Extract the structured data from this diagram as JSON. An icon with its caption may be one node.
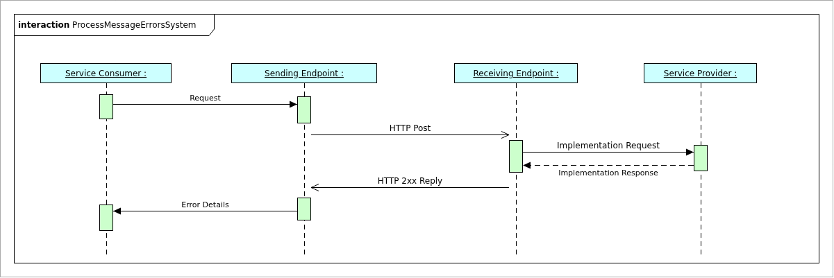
{
  "diagram": {
    "nodes": [
      {
        "text": [
          "**interaction** ProcessMessageErrorsSystem"
        ]
      },
      {
        "text": [
          "Service Consumer :"
        ],
        "in": 0
      },
      {
        "text": [
          "Sending Endpoint :"
        ],
        "in": 0
      },
      {
        "text": [
          "Receiving Endpoint :"
        ],
        "in": 0
      },
      {
        "text": [
          "Service Provider :"
        ],
        "in": 0
      },
      {
        "text": [],
        "shape": "bar",
        "in": 0
      },
      {
        "text": [],
        "shape": "bar",
        "in": 0
      },
      {
        "text": [],
        "shape": "bar",
        "in": 0
      },
      {
        "text": [],
        "shape": "bar",
        "in": 0
      },
      {
        "text": [],
        "shape": "bar",
        "in": 0
      },
      {
        "text": [],
        "shape": "bar",
        "in": 0
      }
    ],
    "edges": [
      {
        "from": 5,
        "to": 7,
        "arrow": "to",
        "label": "Request"
      },
      {
        "from": 7,
        "to": 9,
        "arrow": "to",
        "label": "HTTP Post"
      },
      {
        "from": 9,
        "to": 10,
        "arrow": "to",
        "label": "Implementation Request"
      },
      {
        "from": 10,
        "to": 9,
        "arrow": "to",
        "label": "Implementation Response",
        "style": "dashed"
      },
      {
        "from": 9,
        "to": 8,
        "arrow": "to",
        "label": "HTTP 2xx Reply"
      },
      {
        "from": 8,
        "to": 6,
        "arrow": "to",
        "label": "Error Details"
      }
    ]
  }
}
